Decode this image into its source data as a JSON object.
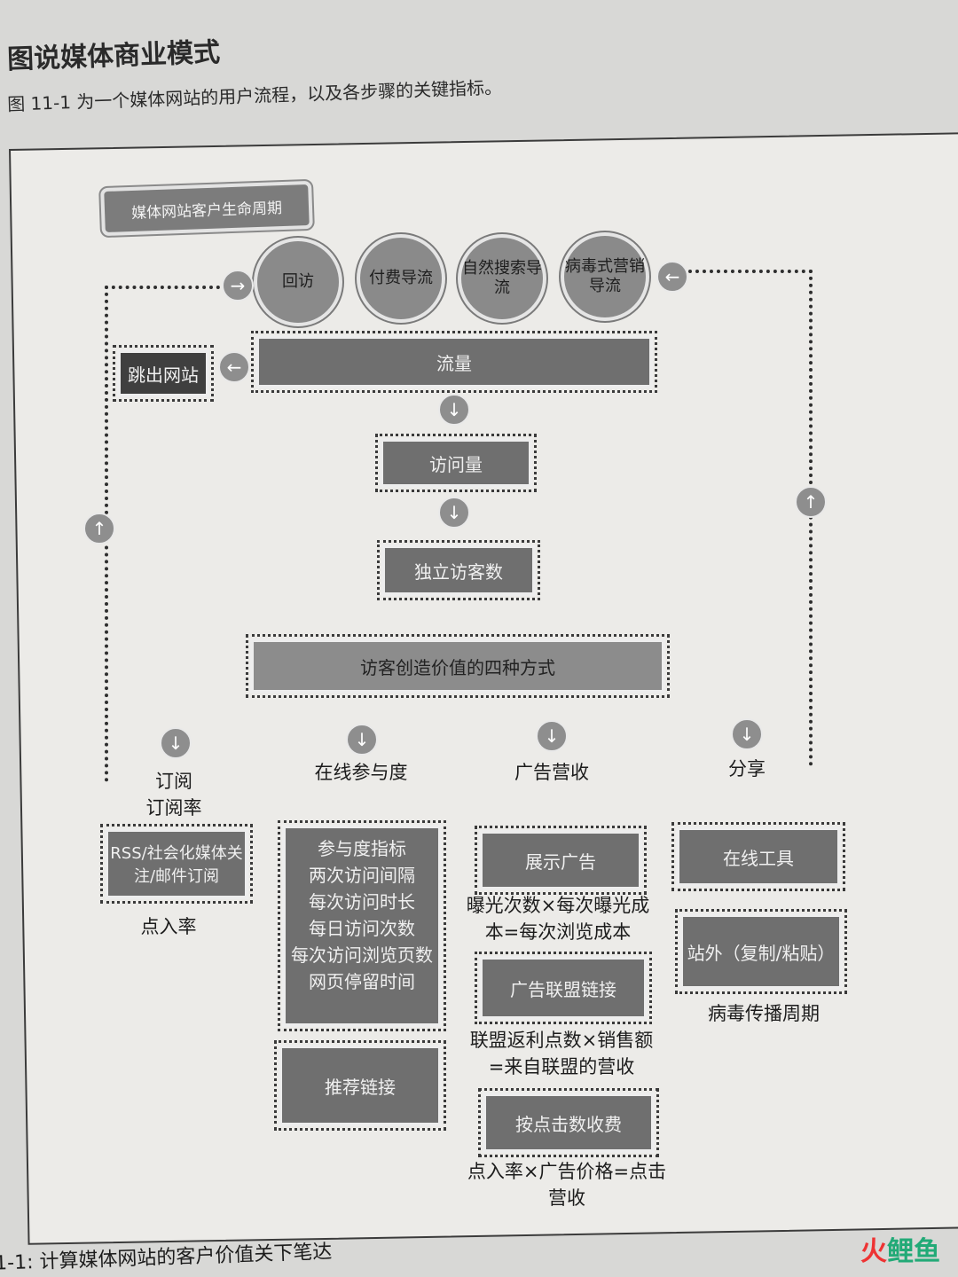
{
  "page": {
    "title": "图说媒体商业模式",
    "caption": "图 11-1 为一个媒体网站的用户流程，以及各步骤的关键指标。",
    "footer_caption": "1-1: 计算媒体网站的客户价值关下笔达"
  },
  "diagram": {
    "header_tag": "媒体网站客户生命周期",
    "sources": [
      "回访",
      "付费导流",
      "自然搜索导流",
      "病毒式营销导流"
    ],
    "traffic": "流量",
    "bounce": "跳出网站",
    "visits": "访问量",
    "unique_visitors": "独立访客数",
    "four_ways": "访客创造价值的四种方式",
    "branches": {
      "subscribe": "订阅",
      "engagement": "在线参与度",
      "ad_revenue": "广告营收",
      "share": "分享"
    },
    "subscribe_rate": "订阅率",
    "rss_box": "RSS/社会化媒体关注/邮件订阅",
    "clickthrough": "点入率",
    "engagement_box": {
      "title": "参与度指标",
      "items": [
        "两次访问间隔",
        "每次访问时长",
        "每日访问次数",
        "每次访问浏览页数",
        "网页停留时间"
      ]
    },
    "recommend_links": "推荐链接",
    "display_ads": "展示广告",
    "display_formula": "曝光次数×每次曝光成本=每次浏览成本",
    "affiliate_links": "广告联盟链接",
    "affiliate_formula": "联盟返利点数×销售额=来自联盟的营收",
    "pay_per_click": "按点击数收费",
    "ppc_formula": "点入率×广告价格=点击营收",
    "online_tools": "在线工具",
    "offsite": "站外（复制/粘贴）",
    "viral_cycle": "病毒传播周期"
  },
  "icons": {
    "down_arrow": "arrow-down-icon",
    "up_arrow": "arrow-up-icon",
    "left_arrow": "arrow-left-icon",
    "right_arrow": "arrow-right-icon"
  },
  "colors": {
    "box_dark": "#6f6f6f",
    "box_light": "#8c8c8c",
    "paper": "#ecebe8"
  },
  "watermark": "火鲤鱼"
}
